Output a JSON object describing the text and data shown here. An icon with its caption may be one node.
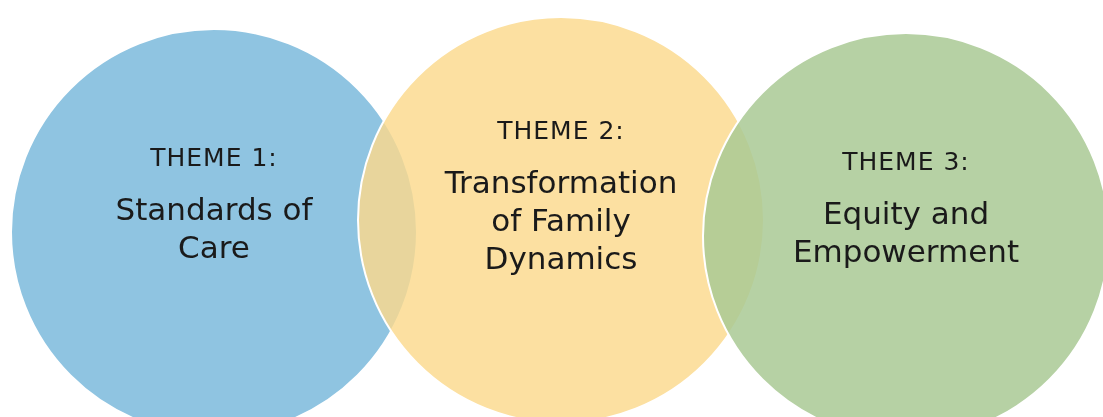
{
  "diagram": {
    "nodes": [
      {
        "text": [
          "THEME 1:",
          "Standards of Care"
        ]
      },
      {
        "text": [
          "THEME 2:",
          "Transformation of Family Dynamics"
        ]
      },
      {
        "text": [
          "THEME 3:",
          "Equity and Empowerment"
        ]
      }
    ],
    "edges": []
  }
}
